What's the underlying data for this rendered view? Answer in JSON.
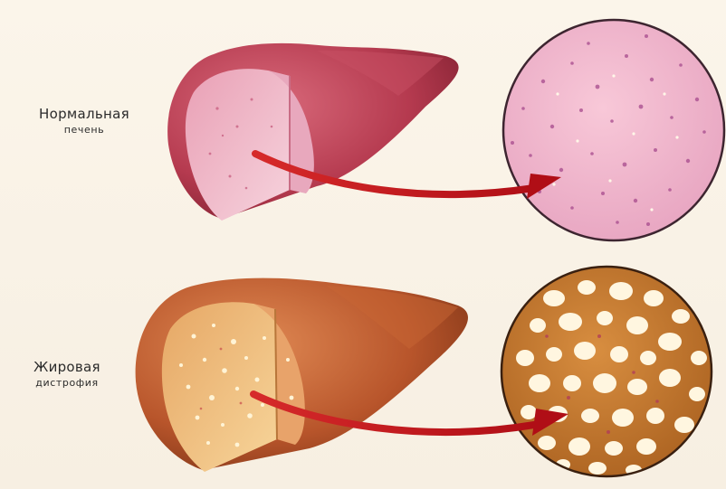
{
  "labels": {
    "normal": {
      "line1": "Нормальная",
      "line2": "печень"
    },
    "fatty": {
      "line1": "Жировая",
      "line2": "дистрофия"
    }
  },
  "colors": {
    "background": "#f8f1e4",
    "normal_liver": "#b53a4f",
    "normal_tissue": "#f2b7c9",
    "fatty_liver": "#b8552b",
    "fatty_tissue": "#c27a35",
    "arrow": "#c0151b",
    "fat_droplet": "#fff6e0"
  },
  "icons": {
    "normal_liver": "liver-cutaway-normal",
    "fatty_liver": "liver-cutaway-fatty",
    "normal_tissue": "magnified-tissue-circle",
    "fatty_tissue": "magnified-fat-tissue-circle",
    "arrow": "curved-arrow"
  }
}
